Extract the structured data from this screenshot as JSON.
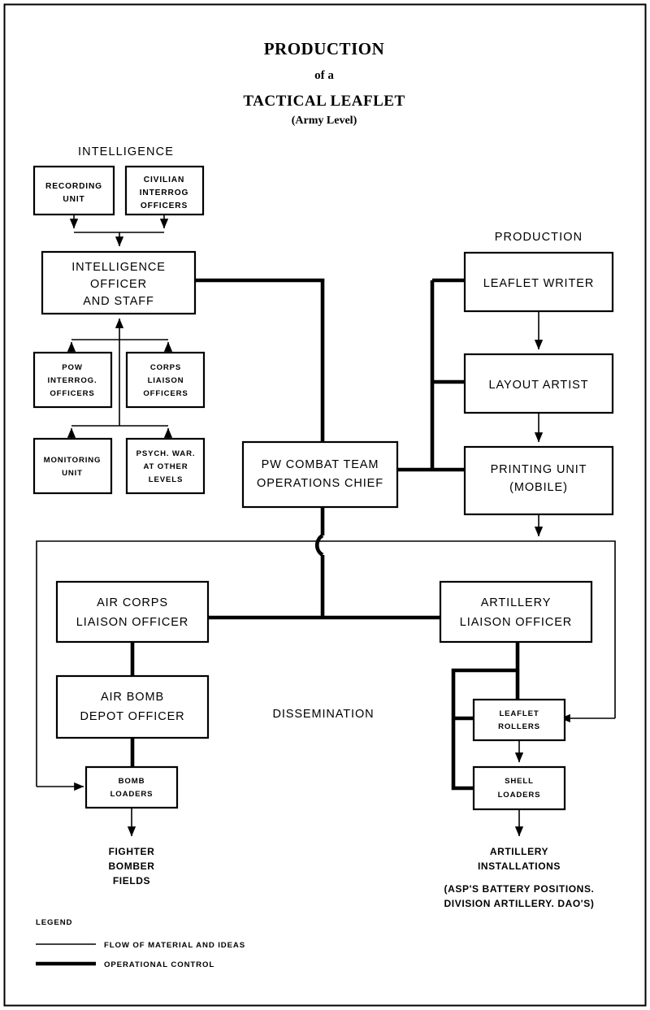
{
  "document": {
    "title_line1": "PRODUCTION",
    "title_line2": "of a",
    "title_line3": "TACTICAL LEAFLET",
    "title_line4": "(Army Level)"
  },
  "sections": {
    "intelligence": "INTELLIGENCE",
    "production": "PRODUCTION",
    "dissemination": "DISSEMINATION"
  },
  "boxes": {
    "recording_unit": {
      "l1": "RECORDING",
      "l2": "UNIT"
    },
    "civilian_interrog": {
      "l1": "CIVILIAN",
      "l2": "INTERROG",
      "l3": "OFFICERS"
    },
    "intelligence_officer": {
      "l1": "INTELLIGENCE",
      "l2": "OFFICER",
      "l3": "AND STAFF"
    },
    "pow_interrog": {
      "l1": "POW",
      "l2": "INTERROG.",
      "l3": "OFFICERS"
    },
    "corps_liaison": {
      "l1": "CORPS",
      "l2": "LIAISON",
      "l3": "OFFICERS"
    },
    "monitoring_unit": {
      "l1": "MONITORING",
      "l2": "UNIT"
    },
    "psych_war": {
      "l1": "PSYCH. WAR.",
      "l2": "AT OTHER",
      "l3": "LEVELS"
    },
    "pw_combat_team": {
      "l1": "PW COMBAT TEAM",
      "l2": "OPERATIONS CHIEF"
    },
    "leaflet_writer": {
      "l1": "LEAFLET WRITER"
    },
    "layout_artist": {
      "l1": "LAYOUT ARTIST"
    },
    "printing_unit": {
      "l1": "PRINTING UNIT",
      "l2": "(MOBILE)"
    },
    "air_corps_liaison": {
      "l1": "AIR CORPS",
      "l2": "LIAISON OFFICER"
    },
    "air_bomb_depot": {
      "l1": "AIR BOMB",
      "l2": "DEPOT OFFICER"
    },
    "bomb_loaders": {
      "l1": "BOMB",
      "l2": "LOADERS"
    },
    "artillery_liaison": {
      "l1": "ARTILLERY",
      "l2": "LIAISON OFFICER"
    },
    "leaflet_rollers": {
      "l1": "LEAFLET",
      "l2": "ROLLERS"
    },
    "shell_loaders": {
      "l1": "SHELL",
      "l2": "LOADERS"
    }
  },
  "endpoints": {
    "fighter_bomber": {
      "l1": "FIGHTER",
      "l2": "BOMBER",
      "l3": "FIELDS"
    },
    "artillery_installations": {
      "l1": "ARTILLERY",
      "l2": "INSTALLATIONS",
      "l3": "(ASP'S BATTERY POSITIONS.",
      "l4": "DIVISION ARTILLERY. DAO'S)"
    }
  },
  "legend": {
    "title": "LEGEND",
    "items": [
      {
        "label": "FLOW OF MATERIAL AND IDEAS",
        "style": "thin"
      },
      {
        "label": "OPERATIONAL CONTROL",
        "style": "thick"
      }
    ]
  },
  "colors": {
    "ink": "#000000",
    "paper": "#ffffff"
  }
}
